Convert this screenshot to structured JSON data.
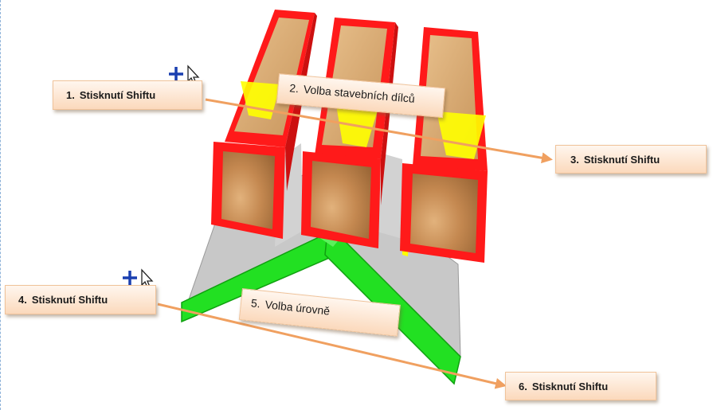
{
  "steps": [
    {
      "number": "1.",
      "text": "Stisknutí Shiftu"
    },
    {
      "number": "2.",
      "text": "Volba stavebních dílců"
    },
    {
      "number": "3.",
      "text": "Stisknutí Shiftu"
    },
    {
      "number": "4.",
      "text": "Stisknutí Shiftu"
    },
    {
      "number": "5.",
      "text": "Volba úrovně"
    },
    {
      "number": "6.",
      "text": "Stisknutí Shiftu"
    }
  ],
  "colors": {
    "selection_outline": "#ff1a1a",
    "wood": "#d9a46a",
    "selected_level": "#22e022",
    "arrow_indicator": "#ffff00",
    "floor": "#c8c8c8",
    "callout_arrow": "#f0a060"
  },
  "icons": {
    "cursor": "add-selection-cursor-icon"
  }
}
